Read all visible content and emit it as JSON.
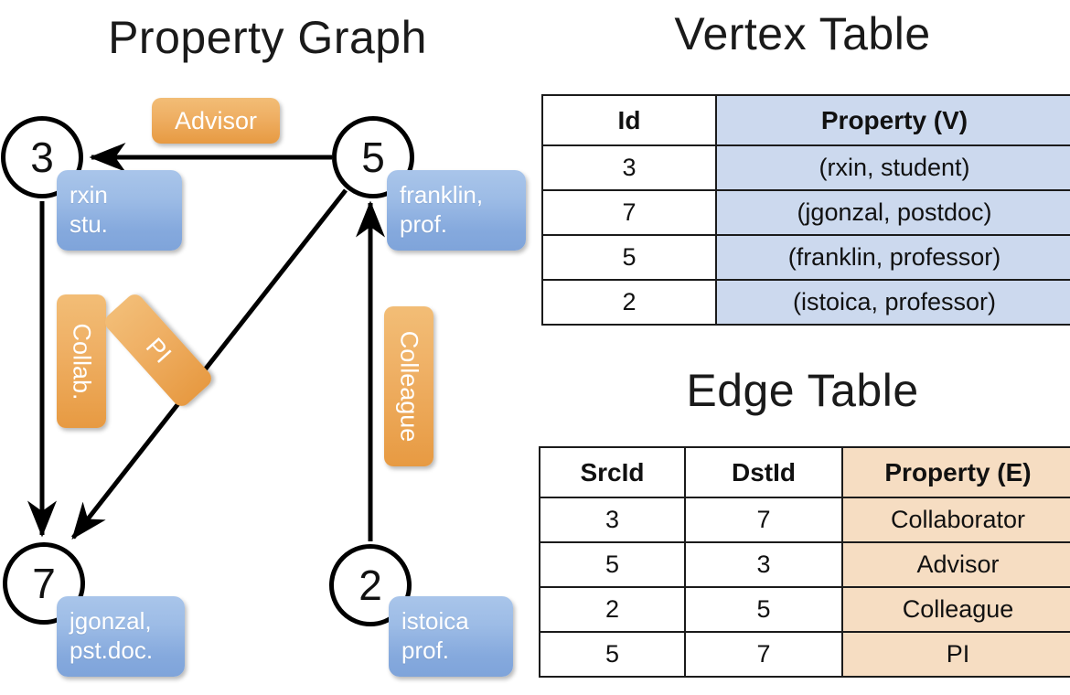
{
  "titles": {
    "property_graph": "Property Graph",
    "vertex_table": "Vertex Table",
    "edge_table": "Edge Table"
  },
  "graph": {
    "nodes": [
      {
        "id": "3",
        "property": "rxin\nstu."
      },
      {
        "id": "5",
        "property": "franklin,\nprof."
      },
      {
        "id": "7",
        "property": "jgonzal,\npst.doc."
      },
      {
        "id": "2",
        "property": "istoica\nprof."
      }
    ],
    "node_labels": {
      "n3": "3",
      "n5": "5",
      "n7": "7",
      "n2": "2"
    },
    "node_props": {
      "rxin_line1": "rxin",
      "rxin_line2": "stu.",
      "franklin_line1": "franklin,",
      "franklin_line2": "prof.",
      "jgonzal_line1": "jgonzal,",
      "jgonzal_line2": "pst.doc.",
      "istoica_line1": "istoica",
      "istoica_line2": "prof."
    },
    "edge_labels": {
      "advisor": "Advisor",
      "collab": "Collab.",
      "pi": "PI",
      "colleague": "Colleague"
    },
    "edges": [
      {
        "src": "5",
        "dst": "3",
        "label": "Advisor"
      },
      {
        "src": "3",
        "dst": "7",
        "label": "Collab."
      },
      {
        "src": "5",
        "dst": "7",
        "label": "PI"
      },
      {
        "src": "2",
        "dst": "5",
        "label": "Colleague"
      }
    ]
  },
  "vertex_table": {
    "headers": [
      "Id",
      "Property (V)"
    ],
    "rows": [
      {
        "id": "3",
        "property": "(rxin, student)"
      },
      {
        "id": "7",
        "property": "(jgonzal, postdoc)"
      },
      {
        "id": "5",
        "property": "(franklin, professor)"
      },
      {
        "id": "2",
        "property": "(istoica, professor)"
      }
    ]
  },
  "edge_table": {
    "headers": [
      "SrcId",
      "DstId",
      "Property (E)"
    ],
    "rows": [
      {
        "src": "3",
        "dst": "7",
        "property": "Collaborator"
      },
      {
        "src": "5",
        "dst": "3",
        "property": "Advisor"
      },
      {
        "src": "2",
        "dst": "5",
        "property": "Colleague"
      },
      {
        "src": "5",
        "dst": "7",
        "property": "PI"
      }
    ]
  },
  "colors": {
    "vertex_header_fill": "#ccd9ee",
    "edge_header_fill": "#f6ddc2",
    "node_box_blue": "#8fb2e2",
    "edge_label_orange": "#eeae5c",
    "stroke": "#111111",
    "background": "#ffffff"
  }
}
